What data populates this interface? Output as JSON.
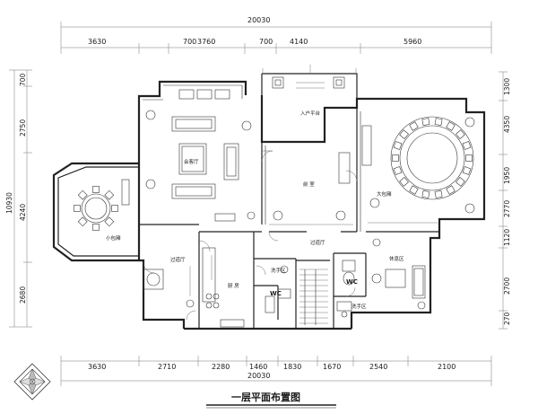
{
  "drawing": {
    "title": "一层平面布置图",
    "total_width_top": "20030",
    "total_width_bottom": "20030",
    "total_height_left": "10930"
  },
  "dimensions": {
    "top": [
      "3630",
      "700",
      "3760",
      "700",
      "4140",
      "5960"
    ],
    "bottom": [
      "3630",
      "2710",
      "2280",
      "1460",
      "1830",
      "1670",
      "2540",
      "2100"
    ],
    "left": [
      "700",
      "2750",
      "4240",
      "2680"
    ],
    "right": [
      "1300",
      "4350",
      "1950",
      "2770",
      "1120",
      "2700",
      "270"
    ]
  },
  "rooms": {
    "living_room": "会客厅",
    "entry_platform": "入户平台",
    "foyer": "前 室",
    "large_private_room": "大包厢",
    "small_private_room": "小包厢",
    "corridor_left": "过道厅",
    "corridor_center": "过道厅",
    "kitchen": "厨 房",
    "washroom_left": "洗手区",
    "washroom_right": "洗手区",
    "wc_left": "WC",
    "wc_right": "WC",
    "rest_area": "休息区"
  }
}
